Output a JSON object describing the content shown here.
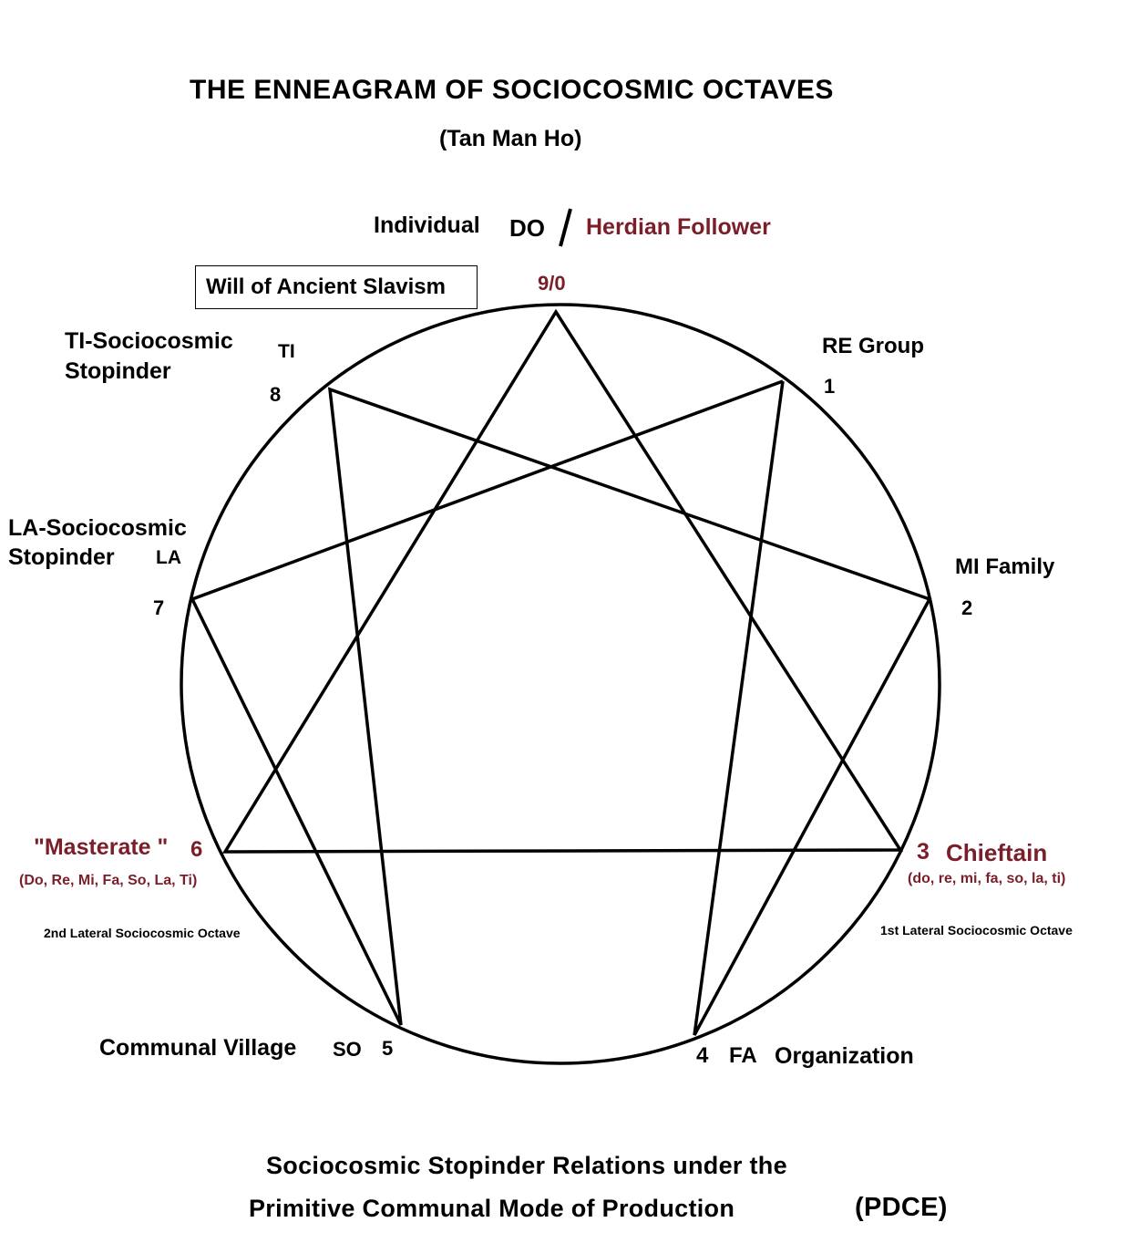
{
  "header": {
    "title": "THE ENNEAGRAM OF SOCIOCOSMIC OCTAVES",
    "author": "(Tan Man Ho)"
  },
  "top": {
    "individual": "Individual",
    "do": "DO",
    "herdian": "Herdian Follower",
    "point": "9/0"
  },
  "box": {
    "label": "Will of Ancient Slavism"
  },
  "points": {
    "p1": {
      "label": "RE Group",
      "num": "1"
    },
    "p2": {
      "label": "MI Family",
      "num": "2"
    },
    "p3": {
      "num": "3",
      "label": "Chieftain",
      "notes": "(do, re, mi, fa, so, la, ti)",
      "octave": "1st Lateral Sociocosmic Octave"
    },
    "p4": {
      "num": "4",
      "note": "FA",
      "label": "Organization"
    },
    "p5": {
      "label": "Communal Village",
      "note": "SO",
      "num": "5"
    },
    "p6": {
      "label": "\"Masterate \"",
      "num": "6",
      "notes": "(Do, Re, Mi, Fa, So, La, Ti)",
      "octave": "2nd Lateral Sociocosmic Octave"
    },
    "p7": {
      "label_line1": "LA-Sociocosmic",
      "label_line2": "Stopinder",
      "note": "LA",
      "num": "7"
    },
    "p8": {
      "label_line1": "TI-Sociocosmic",
      "label_line2": "Stopinder",
      "note": "TI",
      "num": "8"
    }
  },
  "footer": {
    "line1": "Sociocosmic Stopinder Relations under the",
    "line2": "Primitive Communal  Mode of Production",
    "abbr": "(PDCE)"
  },
  "colors": {
    "accent": "#7a1e2a",
    "ink": "#000000"
  }
}
